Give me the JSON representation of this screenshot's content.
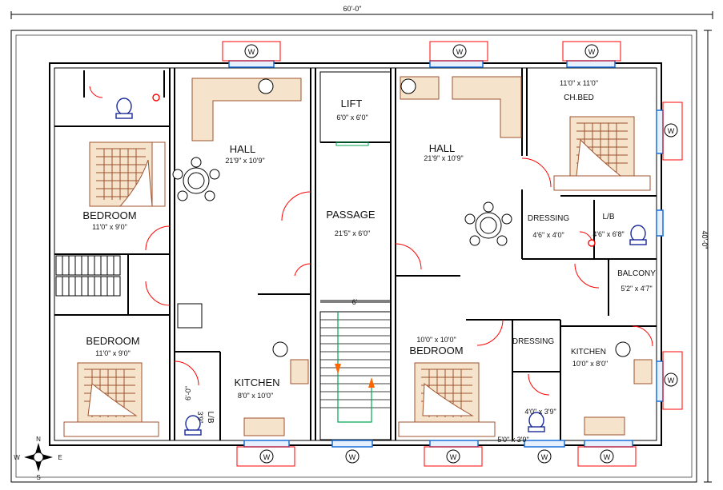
{
  "dimensions": {
    "overall_width": "60'-0\"",
    "overall_depth": "40'-0\""
  },
  "rooms_left": {
    "bedroom1": {
      "name": "BEDROOM",
      "size": "11'0\" x 9'0\""
    },
    "bedroom2": {
      "name": "BEDROOM",
      "size": "11'0\" x 9'0\""
    },
    "hall": {
      "name": "HALL",
      "size": "21'9\" x 10'9\""
    },
    "kitchen": {
      "name": "KITCHEN",
      "size": "8'0\" x 10'0\""
    },
    "lb": {
      "name": "L/B",
      "size_a": "6'-0\"",
      "size_b": "3'9\""
    }
  },
  "core": {
    "lift": {
      "name": "LIFT",
      "size": "6'0\" x 6'0\""
    },
    "passage": {
      "name": "PASSAGE",
      "size": "21'5\" x 6'0\""
    },
    "stair_width": "6'"
  },
  "rooms_right": {
    "hall": {
      "name": "HALL",
      "size": "21'9\" x 10'9\""
    },
    "chbed": {
      "name": "CH.BED",
      "size": "11'0\" x 11'0\""
    },
    "dressing1": {
      "name": "DRESSING",
      "size": "4'6\" x 4'0\""
    },
    "lb": {
      "name": "L/B",
      "size": "4'6\" x 6'8\""
    },
    "balcony": {
      "name": "BALCONY",
      "size": "5'2\" x 4'7\""
    },
    "bedroom": {
      "name": "BEDROOM",
      "size": "10'0\" x 10'0\""
    },
    "dressing2": {
      "name": "DRESSING",
      "size_a": "4'0\" x 3'9\"",
      "size_b": "5'0\" x 3'9\""
    },
    "kitchen": {
      "name": "KITCHEN",
      "size": "10'0\" x 8'0\""
    }
  },
  "compass": {
    "n": "N",
    "s": "S",
    "e": "E",
    "w": "W"
  },
  "window_mark": "W",
  "colors": {
    "door": "#ff0000",
    "window": "#1a6fd6",
    "furniture": "#a0522d",
    "stair_arrow": "#ff6600",
    "stair_line": "#00a651",
    "lb_dim": "#00bcd4"
  }
}
